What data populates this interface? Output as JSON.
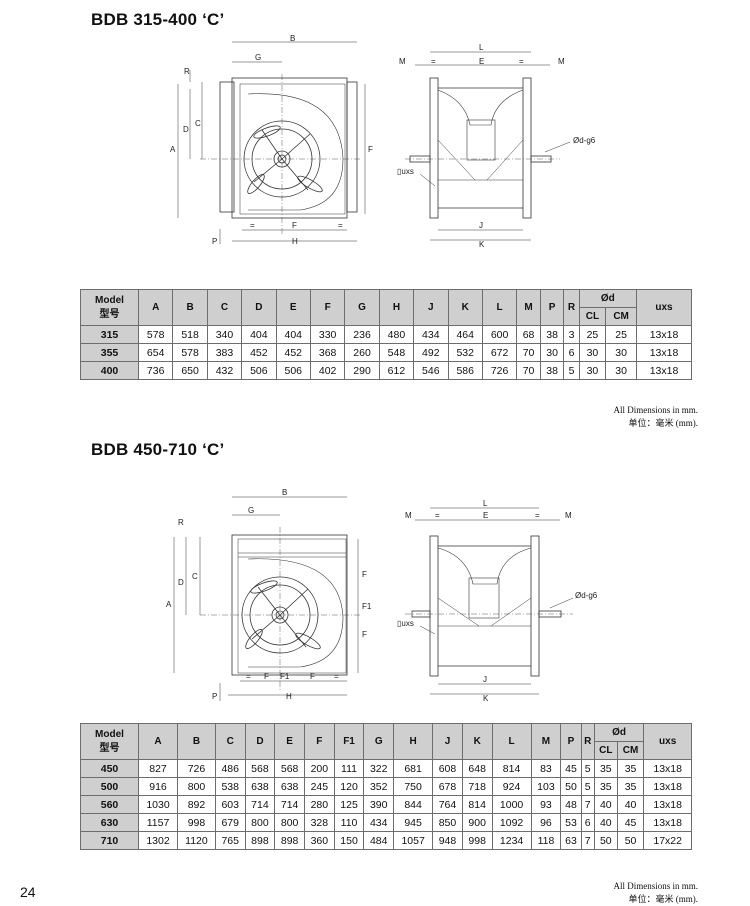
{
  "section1": {
    "title": "BDB 315-400 ‘C’",
    "side_labels": {
      "A": "A",
      "B": "B",
      "C": "C",
      "D": "D",
      "F": "F",
      "G": "G",
      "H": "H",
      "P": "P",
      "R": "R",
      "eq": "="
    },
    "front_labels": {
      "L": "L",
      "E": "E",
      "M": "M",
      "J": "J",
      "K": "K",
      "shaft": "Ød-g6",
      "uxs": "▯uxs",
      "eq": "="
    },
    "table": {
      "headers": [
        "A",
        "B",
        "C",
        "D",
        "E",
        "F",
        "G",
        "H",
        "J",
        "K",
        "L",
        "M",
        "P",
        "R"
      ],
      "model_label": "Model",
      "model_label_cn": "型号",
      "od_label": "Ød",
      "cl_label": "CL",
      "cm_label": "CM",
      "uxs_label": "uxs",
      "rows": [
        {
          "model": "315",
          "values": [
            "578",
            "518",
            "340",
            "404",
            "404",
            "330",
            "236",
            "480",
            "434",
            "464",
            "600",
            "68",
            "38",
            "3",
            "25",
            "25",
            "13x18"
          ]
        },
        {
          "model": "355",
          "values": [
            "654",
            "578",
            "383",
            "452",
            "452",
            "368",
            "260",
            "548",
            "492",
            "532",
            "672",
            "70",
            "30",
            "6",
            "30",
            "30",
            "13x18"
          ]
        },
        {
          "model": "400",
          "values": [
            "736",
            "650",
            "432",
            "506",
            "506",
            "402",
            "290",
            "612",
            "546",
            "586",
            "726",
            "70",
            "38",
            "5",
            "30",
            "30",
            "13x18"
          ]
        }
      ]
    },
    "note_en": "All Dimensions in mm.",
    "note_cn": "单位：毫米 (mm)."
  },
  "section2": {
    "title": "BDB 450-710 ‘C’",
    "side_labels": {
      "A": "A",
      "B": "B",
      "C": "C",
      "D": "D",
      "F": "F",
      "F1": "F1",
      "G": "G",
      "H": "H",
      "P": "P",
      "R": "R",
      "eq": "="
    },
    "front_labels": {
      "L": "L",
      "E": "E",
      "M": "M",
      "J": "J",
      "K": "K",
      "shaft": "Ød-g6",
      "uxs": "▯uxs",
      "eq": "="
    },
    "table": {
      "headers": [
        "A",
        "B",
        "C",
        "D",
        "E",
        "F",
        "F1",
        "G",
        "H",
        "J",
        "K",
        "L",
        "M",
        "P",
        "R"
      ],
      "model_label": "Model",
      "model_label_cn": "型号",
      "od_label": "Ød",
      "cl_label": "CL",
      "cm_label": "CM",
      "uxs_label": "uxs",
      "rows": [
        {
          "model": "450",
          "values": [
            "827",
            "726",
            "486",
            "568",
            "568",
            "200",
            "111",
            "322",
            "681",
            "608",
            "648",
            "814",
            "83",
            "45",
            "5",
            "35",
            "35",
            "13x18"
          ]
        },
        {
          "model": "500",
          "values": [
            "916",
            "800",
            "538",
            "638",
            "638",
            "245",
            "120",
            "352",
            "750",
            "678",
            "718",
            "924",
            "103",
            "50",
            "5",
            "35",
            "35",
            "13x18"
          ]
        },
        {
          "model": "560",
          "values": [
            "1030",
            "892",
            "603",
            "714",
            "714",
            "280",
            "125",
            "390",
            "844",
            "764",
            "814",
            "1000",
            "93",
            "48",
            "7",
            "40",
            "40",
            "13x18"
          ]
        },
        {
          "model": "630",
          "values": [
            "1157",
            "998",
            "679",
            "800",
            "800",
            "328",
            "110",
            "434",
            "945",
            "850",
            "900",
            "1092",
            "96",
            "53",
            "6",
            "40",
            "45",
            "13x18"
          ]
        },
        {
          "model": "710",
          "values": [
            "1302",
            "1120",
            "765",
            "898",
            "898",
            "360",
            "150",
            "484",
            "1057",
            "948",
            "998",
            "1234",
            "118",
            "63",
            "7",
            "50",
            "50",
            "17x22"
          ]
        }
      ]
    },
    "note_en": "All Dimensions in mm.",
    "note_cn": "单位：毫米 (mm)."
  },
  "page_number": "24"
}
